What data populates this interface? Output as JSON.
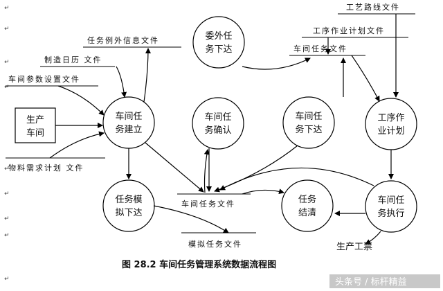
{
  "files": {
    "process_route": "工艺路线文件",
    "process_plan": "工序作业计划文件",
    "workshop_task": "车间任务文件",
    "task_exception": "任务例外信息文件",
    "calendar": "制造日历 文件",
    "workshop_params": "车间参数设置文件",
    "material_req": "物料需求计划 文件",
    "workshop_task_store": "车间任务文件",
    "simulation": "模拟任务文件"
  },
  "processes": {
    "outsource": [
      "委外任",
      "务下达"
    ],
    "build": [
      "车间任",
      "务建立"
    ],
    "confirm": [
      "车间任",
      "务确认"
    ],
    "release": [
      "车间任",
      "务下达"
    ],
    "plan": [
      "工序作",
      "业计划"
    ],
    "simulate": [
      "任务模",
      "拟下达"
    ],
    "settle": [
      "任务",
      "结清"
    ],
    "execute": [
      "车间任",
      "务执行"
    ]
  },
  "entity": {
    "production_workshop": [
      "生产",
      "车间"
    ]
  },
  "output": {
    "finished": "生产工票"
  },
  "caption": "图 28.2 车间任务管理系统数据流程图",
  "watermark": "头条号 / 标杆精益"
}
